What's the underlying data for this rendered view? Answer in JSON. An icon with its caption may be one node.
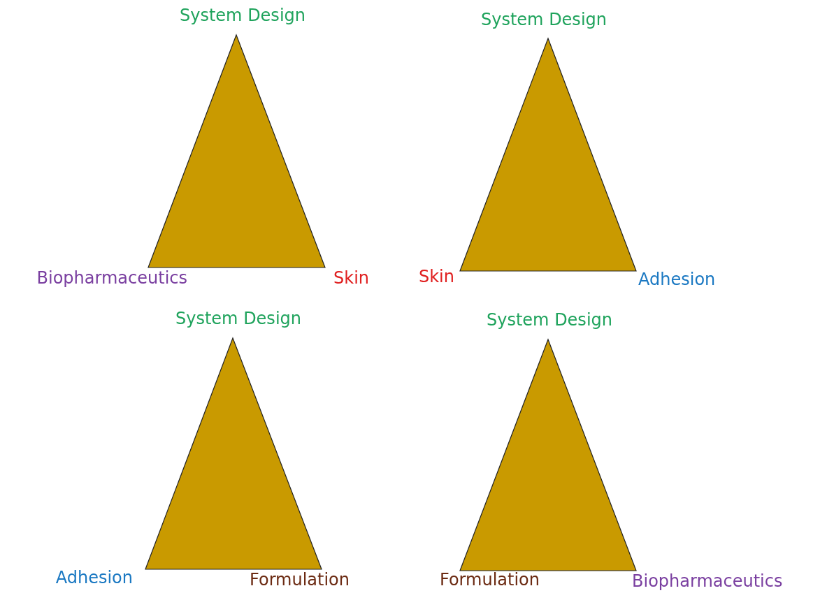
{
  "diagram": {
    "nodes": [
      {
        "text": [],
        "shape": "triangle",
        "beside": [
          "System Design",
          "Biopharmaceutics",
          "Skin"
        ]
      },
      {
        "text": [],
        "shape": "triangle",
        "beside": [
          "System Design",
          "Skin",
          "Adhesion"
        ]
      },
      {
        "text": [],
        "shape": "triangle",
        "beside": [
          "System Design",
          "Adhesion",
          "Formulation"
        ]
      },
      {
        "text": [],
        "shape": "triangle",
        "beside": [
          "System Design",
          "Formulation",
          "Biopharmaceutics"
        ]
      }
    ]
  }
}
